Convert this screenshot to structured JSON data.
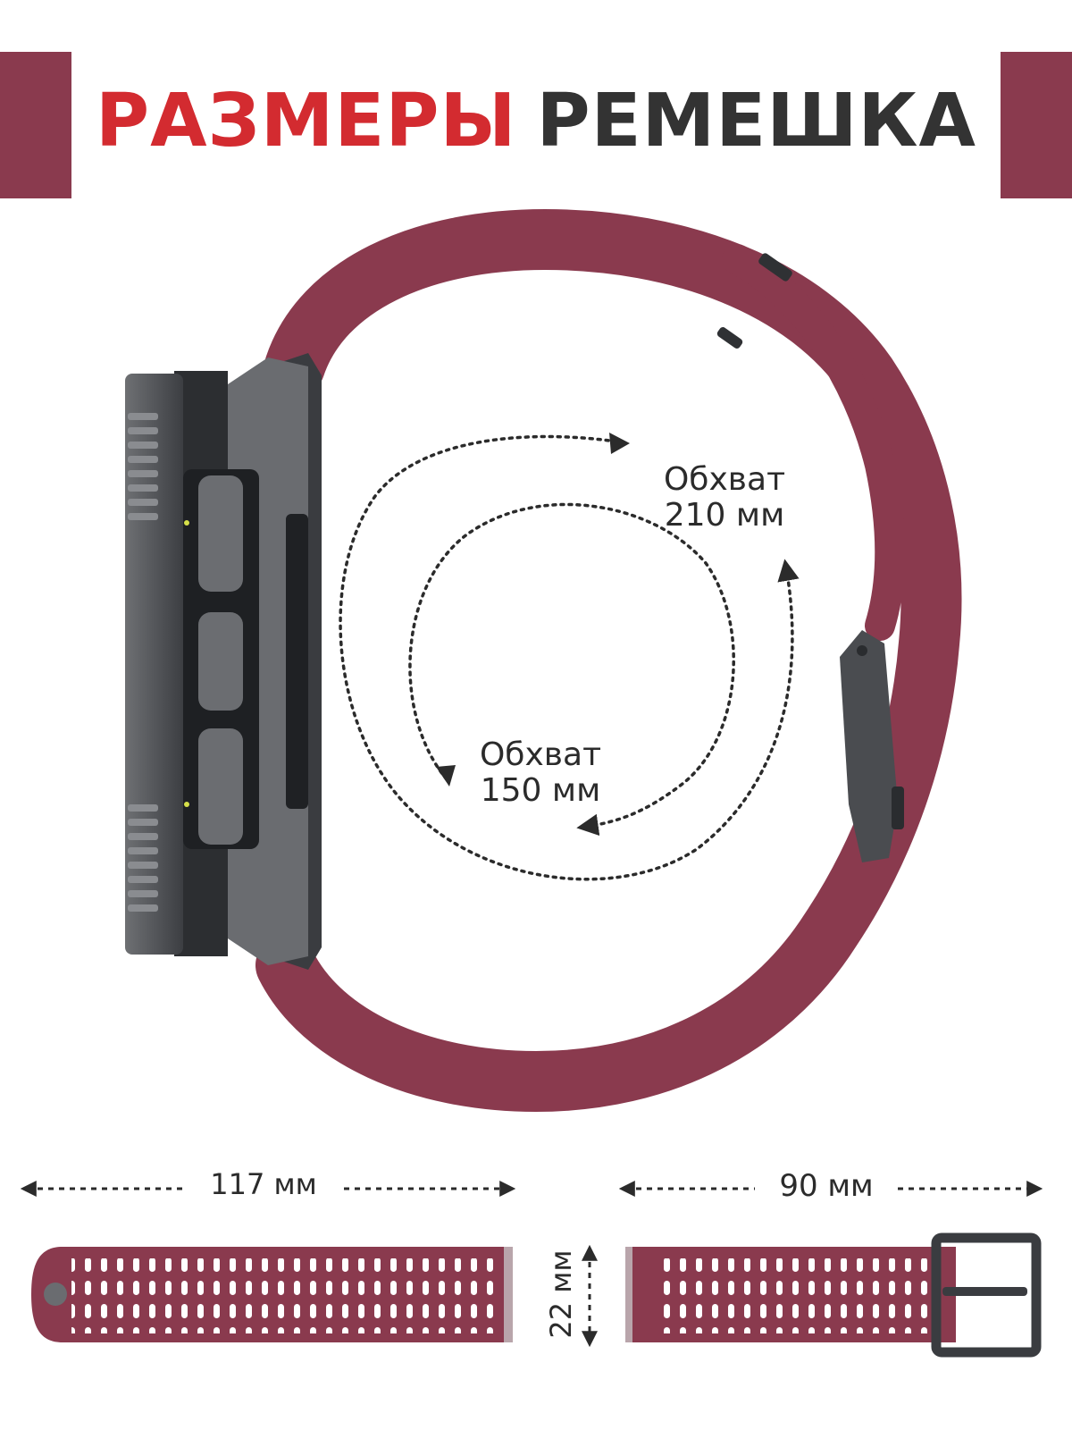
{
  "header": {
    "title_part1": "РАЗМЕРЫ",
    "title_part2": "РЕМЕШКА"
  },
  "labels": {
    "outer_line1": "Обхват",
    "outer_line2": "210 мм",
    "inner_line1": "Обхват",
    "inner_line2": "150 мм",
    "long_strap_length": "117 мм",
    "short_strap_length": "90 мм",
    "strap_width": "22 мм"
  },
  "colors": {
    "accent": "#8a3a4e",
    "title_red": "#d32b30",
    "title_dark": "#333333",
    "strap": "#8a3a4e",
    "watch_body": "#5c5e62",
    "text": "#2b2b2b"
  },
  "icons": {
    "watch": "watch-side-icon",
    "buckle": "buckle-icon",
    "arrow": "dotted-arrow-icon"
  }
}
